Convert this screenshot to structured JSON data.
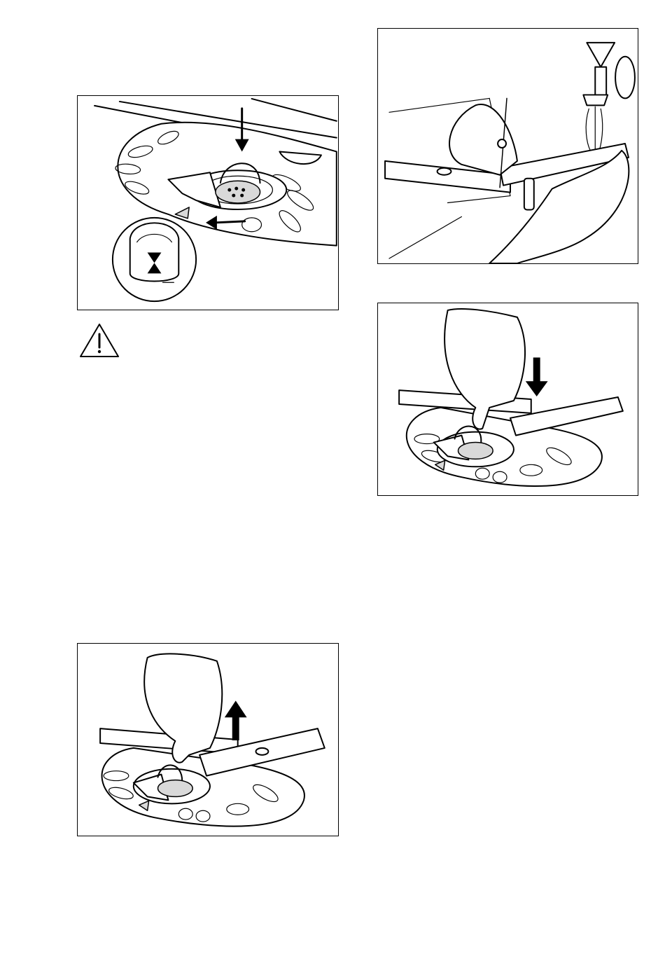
{
  "page": {
    "background": "#ffffff",
    "line_color": "#000000"
  },
  "figures": [
    {
      "id": "filter-removal",
      "content": "illustration"
    },
    {
      "id": "spray-arm-cleaning",
      "content": "illustration"
    },
    {
      "id": "spray-arm-refit",
      "content": "illustration"
    },
    {
      "id": "spray-arm-removal",
      "content": "illustration"
    }
  ],
  "warning": {
    "icon": "warning-triangle-icon"
  }
}
